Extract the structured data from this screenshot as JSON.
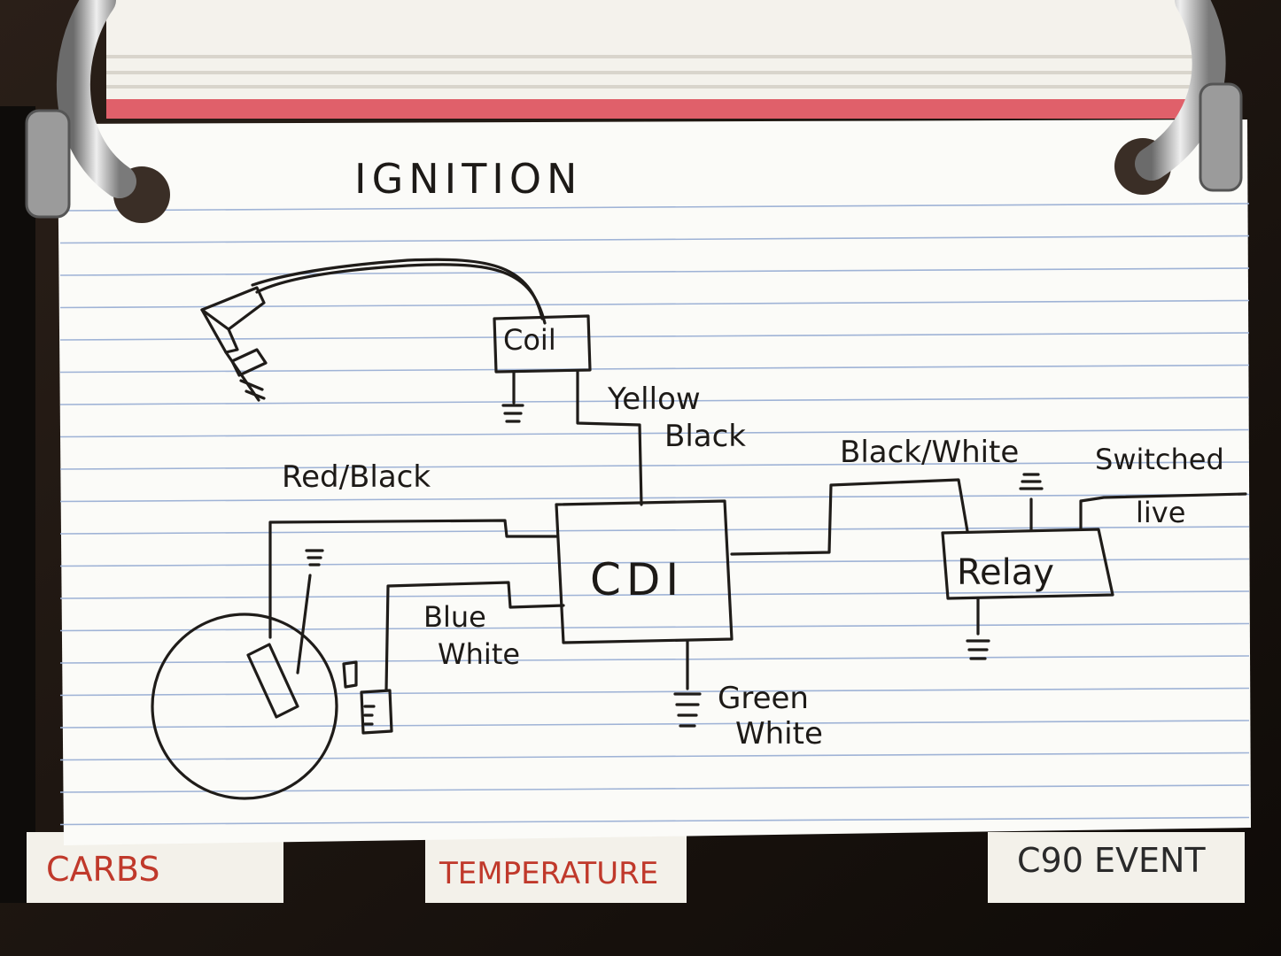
{
  "card": {
    "title": "IGNITION"
  },
  "components": {
    "coil": "Coil",
    "cdi": "CDI",
    "relay": "Relay"
  },
  "wires": {
    "yellow_black": [
      "Yellow",
      "Black"
    ],
    "red_black": "Red/Black",
    "blue_white": [
      "Blue",
      "White"
    ],
    "green_white": [
      "Green",
      "White"
    ],
    "black_white": "Black/White",
    "switched_live": [
      "Switched",
      "live"
    ]
  },
  "tabs": [
    {
      "label": "CARBS",
      "color": "#c0392b"
    },
    {
      "label": "TEMPERATURE",
      "color": "#c0392b"
    },
    {
      "label": "C90 EVENT",
      "color": "#2a2a2a"
    }
  ],
  "colors": {
    "card": "#fbfbf8",
    "rule_lines": "#9fb3d6",
    "ink": "#1f1c19",
    "red_edge": "#e0606a"
  }
}
